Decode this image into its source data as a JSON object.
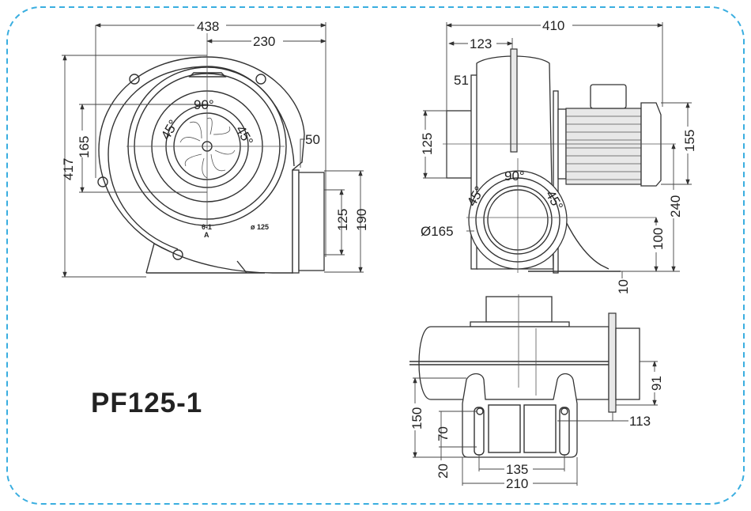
{
  "model": "PF125-1",
  "colors": {
    "frame_border": "#3aaee0",
    "line": "#333333"
  },
  "front_view": {
    "width_total": "438",
    "width_axis_to_outlet": "230",
    "height_total": "417",
    "inlet_bolt_span": "165",
    "outlet_flange": "50",
    "outlet_inner": "125",
    "outlet_outer": "190",
    "angle_top": "90°",
    "angle_left": "45°",
    "angle_right": "45°",
    "outlet_label": "ø 125",
    "section_label_1": "θ-1",
    "section_label_2": "A"
  },
  "side_view": {
    "length_total": "410",
    "inlet_offset": "123",
    "flange_offset": "51",
    "inlet_height": "125",
    "motor_height": "155",
    "axis_height": "240",
    "flange_diameter": "Ø165",
    "outlet_axis_height": "100",
    "base_thickness": "10",
    "angle_top": "90°",
    "angle_left": "45°",
    "angle_right": "45°"
  },
  "bottom_view": {
    "height_total": "150",
    "foot_slot_upper": "70",
    "foot_slot_lower": "20",
    "outlet_offset": "91",
    "flange_offset": "113",
    "hole_span": "135",
    "foot_width": "210"
  }
}
